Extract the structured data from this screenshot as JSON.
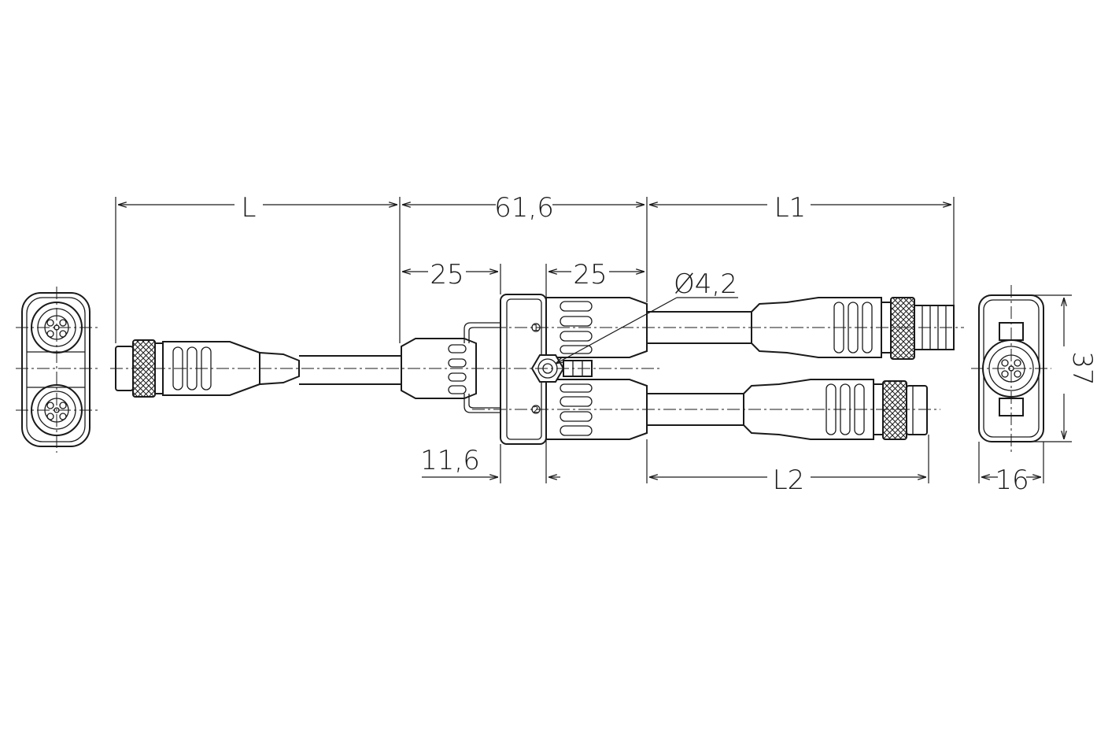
{
  "dimensions": {
    "length_l": "L",
    "splitter_width": "61,6",
    "entry_25": "25",
    "exit_25": "25",
    "hole_diameter": "Ø4,2",
    "length_l1": "L1",
    "offset_11_6": "11,6",
    "length_l2": "L2",
    "height_37": "37",
    "thickness_16": "16"
  },
  "port_markers": {
    "port_1": "1",
    "port_2": "2"
  }
}
